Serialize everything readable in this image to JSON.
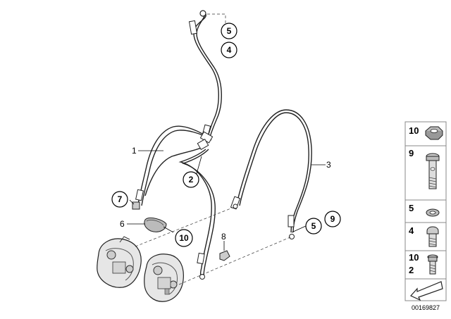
{
  "callouts": {
    "c1": "1",
    "c2": "2",
    "c3": "3",
    "c4": "4",
    "c5a": "5",
    "c5b": "5",
    "c6": "6",
    "c7": "7",
    "c8": "8",
    "c9": "9",
    "c10": "10"
  },
  "side_panel": {
    "row1": "10",
    "row2": "9",
    "row3": "5",
    "row4": "4",
    "row5a": "10",
    "row5b": "2"
  },
  "diagram_id": "00169827",
  "icons": [
    "hex-nut-icon",
    "banjo-bolt-icon",
    "sealing-ring-icon",
    "bleed-screw-icon",
    "screw-icon",
    "direction-arrow-icon"
  ]
}
